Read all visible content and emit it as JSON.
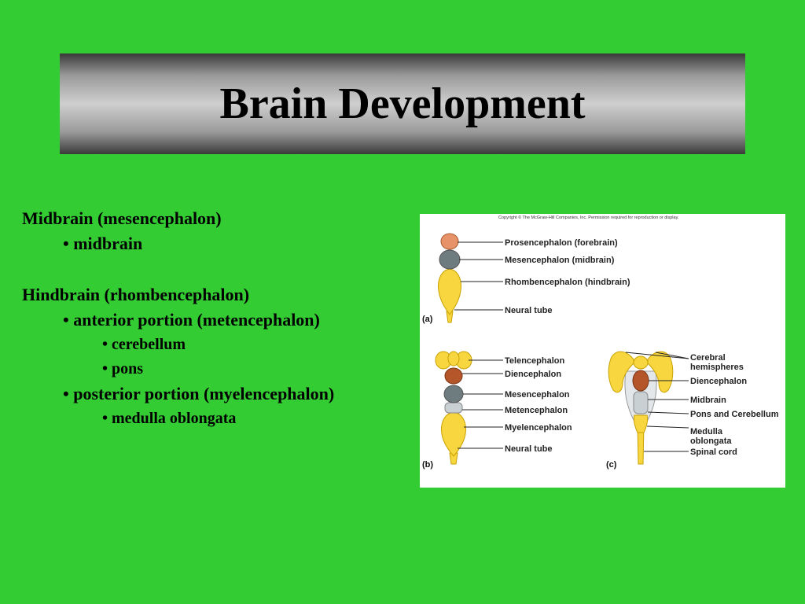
{
  "slide": {
    "title": "Brain Development",
    "colors": {
      "background": "#33CC33",
      "banner": "#9a9a9a",
      "text": "#000000"
    }
  },
  "outline": {
    "midbrain_heading": "Midbrain (mesencephalon)",
    "midbrain_item": "• midbrain",
    "hindbrain_heading": "Hindbrain (rhombencephalon)",
    "anterior": "• anterior portion (metencephalon)",
    "cerebellum": "• cerebellum",
    "pons": "• pons",
    "posterior": "• posterior portion (myelencephalon)",
    "medulla": "• medulla oblongata"
  },
  "figure": {
    "copyright": "Copyright © The McGraw-Hill Companies, Inc. Permission required for reproduction or display.",
    "panel_a": {
      "tag": "(a)",
      "labels": [
        "Prosencephalon (forebrain)",
        "Mesencephalon (midbrain)",
        "Rhombencephalon (hindbrain)",
        "Neural tube"
      ]
    },
    "panel_b": {
      "tag": "(b)",
      "labels": [
        "Telencephalon",
        "Diencephalon",
        "Mesencephalon",
        "Metencephalon",
        "Myelencephalon",
        "Neural tube"
      ]
    },
    "panel_c": {
      "tag": "(c)",
      "labels": [
        "Cerebral",
        "hemispheres",
        "Diencephalon",
        "Midbrain",
        "Pons and Cerebellum",
        "Medulla",
        "oblongata",
        "Spinal cord"
      ]
    },
    "colors": {
      "forebrain": "#E8926A",
      "midbrain": "#6E7B7F",
      "hindbrain": "#F7D640",
      "diencephalon": "#B5562A",
      "pons": "#C8D0D4"
    }
  }
}
